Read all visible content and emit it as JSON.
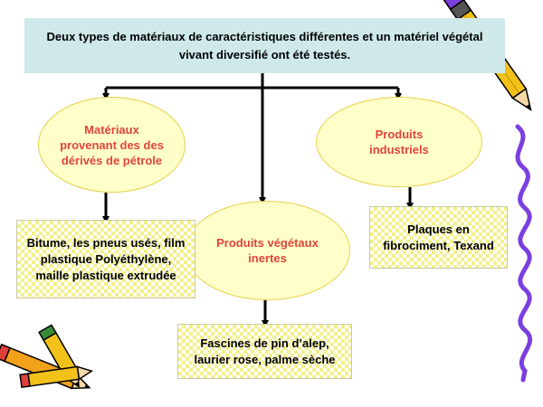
{
  "title": "Deux types de matériaux   de caractéristiques différentes et un  matériel végétal vivant diversifié ont été testés.",
  "nodes": {
    "petrole": "Matériaux provenant des des dérivés de pétrole",
    "industriels": "Produits industriels",
    "vegetaux": "Produits végétaux inertes"
  },
  "boxes": {
    "bitume": "Bitume, les pneus usés, film  plastique Polyéthylène, maille plastique extrudée",
    "plaques": "Plaques en fibrociment, Texand",
    "fascines": "Fascines de pin d’alep, laurier rose, palme sèche"
  },
  "colors": {
    "title_bg": "#cfe9ea",
    "ellipse_fill": "#ffffc9",
    "ellipse_text": "#e0443a",
    "box_pattern": "#f3f08a",
    "right_squiggle": "#7b3fe0"
  }
}
